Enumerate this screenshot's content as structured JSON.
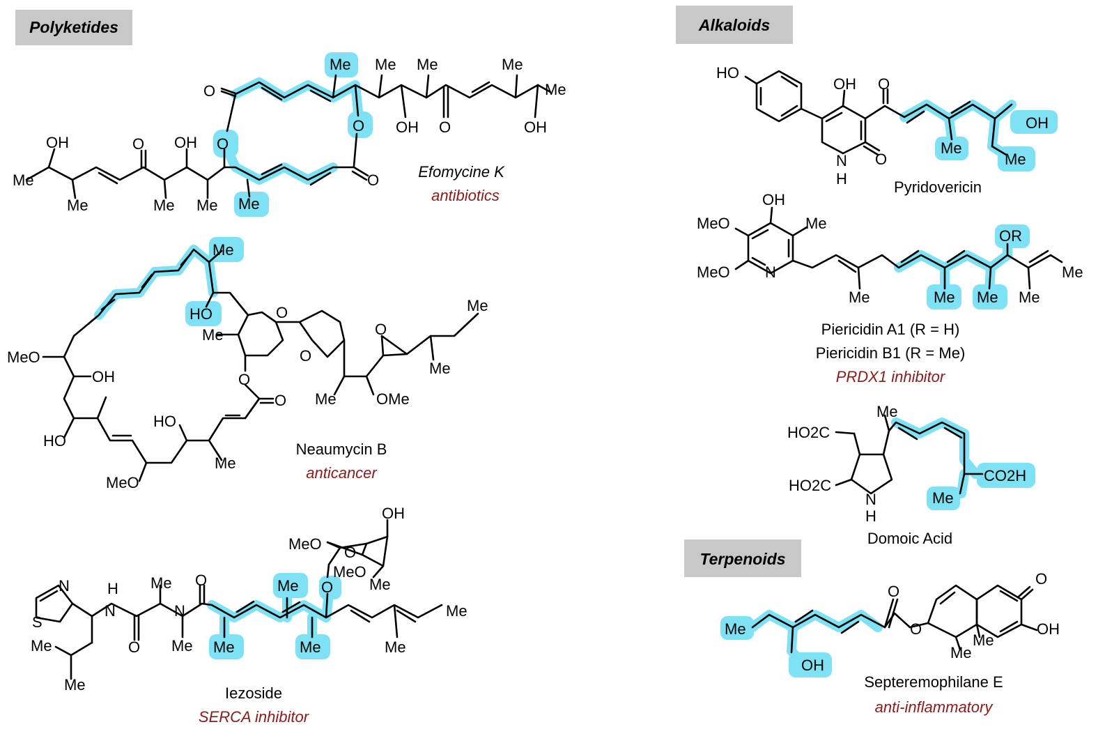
{
  "sections": {
    "polyketides": "Polyketides",
    "alkaloids": "Alkaloids",
    "terpenoids": "Terpenoids"
  },
  "compounds": {
    "efomycine": {
      "name": "Efomycine K",
      "activity": "antibiotics"
    },
    "neaumycin": {
      "name": "Neaumycin B",
      "activity": "anticancer"
    },
    "iezoside": {
      "name": "Iezoside",
      "activity": "SERCA inhibitor"
    },
    "pyridovericin": {
      "name": "Pyridovericin"
    },
    "piericidin": {
      "name_a1": "Piericidin A1 (R = H)",
      "name_b1": "Piericidin B1 (R = Me)",
      "activity": "PRDX1 inhibitor"
    },
    "domoic": {
      "name": "Domoic Acid"
    },
    "septeremophilane": {
      "name": "Septeremophilane E",
      "activity": "anti-inflammatory"
    }
  },
  "atom_labels": {
    "me": "Me",
    "oh": "OH",
    "ho": "HO",
    "o": "O",
    "n": "N",
    "h": "H",
    "s": "S",
    "meo": "MeO",
    "ome": "OMe",
    "or": "OR",
    "et": "Me",
    "ho2c": "HO2C",
    "co2h": "CO2H"
  },
  "colors": {
    "highlight": "#7ee1f4",
    "section_bg": "#c8c8c8",
    "activity_text": "#8b1a1a"
  }
}
